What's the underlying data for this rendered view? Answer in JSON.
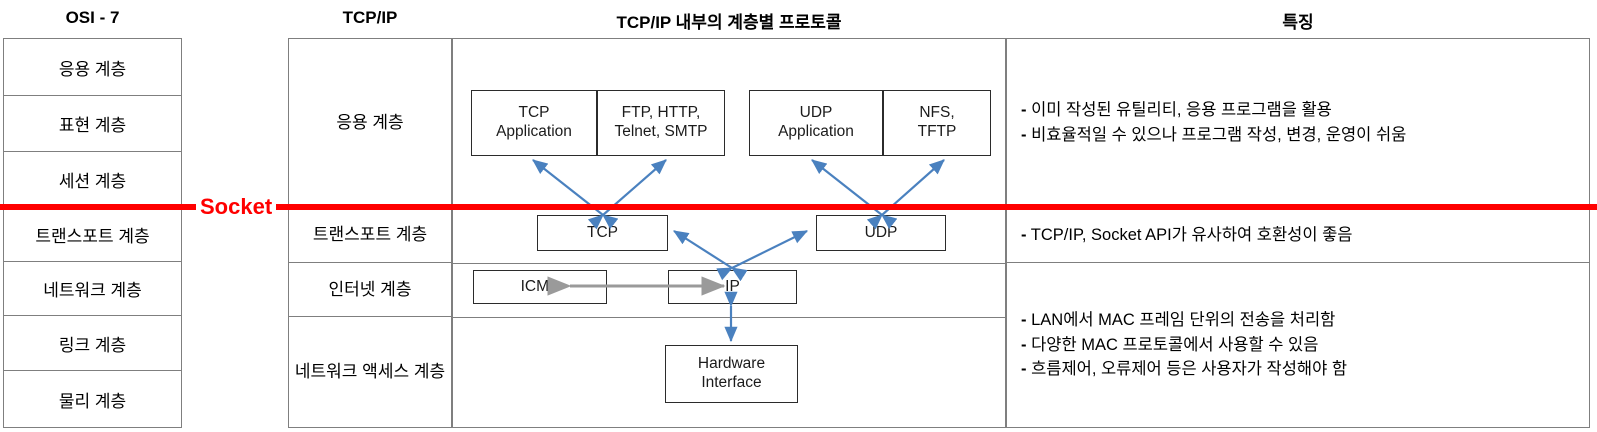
{
  "headers": {
    "osi": "OSI - 7",
    "tcpip": "TCP/IP",
    "protocol": "TCP/IP 내부의 계층별 프로토콜",
    "feature": "특징"
  },
  "socket": {
    "label": "Socket",
    "color": "#ff0000"
  },
  "osi_layers": [
    {
      "label": "응용 계층"
    },
    {
      "label": "표현 계층"
    },
    {
      "label": "세션 계층"
    },
    {
      "label": "트랜스포트 계층"
    },
    {
      "label": "네트워크 계층"
    },
    {
      "label": "링크 계층"
    },
    {
      "label": "물리 계층"
    }
  ],
  "tcpip_layers": [
    {
      "label": "응용 계층"
    },
    {
      "label": "트랜스포트 계층"
    },
    {
      "label": "인터넷 계층"
    },
    {
      "label": "네트워크 액세스\n계층"
    }
  ],
  "protocol_boxes": [
    {
      "name": "tcp-application",
      "label": "TCP\nApplication"
    },
    {
      "name": "tcp-app-protocols",
      "label": "FTP, HTTP,\nTelnet, SMTP"
    },
    {
      "name": "udp-application",
      "label": "UDP\nApplication"
    },
    {
      "name": "udp-app-protocols",
      "label": "NFS,\nTFTP"
    },
    {
      "name": "tcp",
      "label": "TCP"
    },
    {
      "name": "udp",
      "label": "UDP"
    },
    {
      "name": "icmp",
      "label": "ICMP"
    },
    {
      "name": "ip",
      "label": "IP"
    },
    {
      "name": "hardware-interface",
      "label": "Hardware\nInterface"
    }
  ],
  "features": [
    {
      "lines": [
        "이미 작성된 유틸리티, 응용 프로그램을 활용",
        "비효율적일 수 있으나 프로그램 작성, 변경, 운영이 쉬움"
      ]
    },
    {
      "lines": [
        "TCP/IP, Socket API가 유사하여 호환성이 좋음"
      ]
    },
    {
      "lines": [
        "LAN에서 MAC 프레임 단위의 전송을 처리함",
        "다양한 MAC 프로토콜에서 사용할 수 있음",
        "흐름제어, 오류제어 등은 사용자가 작성해야 함"
      ]
    }
  ],
  "colors": {
    "arrow_blue": "#4a81bf",
    "arrow_gray": "#9a9a9a",
    "socket_red": "#ff0000",
    "border_gray": "#7f7f7f",
    "box_border": "#2b2b2b"
  }
}
